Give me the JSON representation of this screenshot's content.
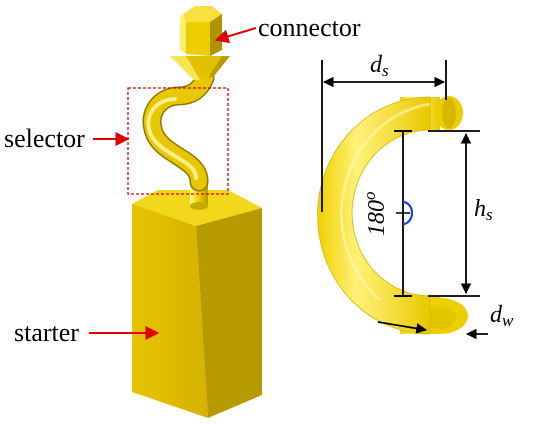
{
  "labels": {
    "connector": "connector",
    "selector": "selector",
    "starter": "starter"
  },
  "dimensions": {
    "ds": {
      "main": "d",
      "sub": "s"
    },
    "hs": {
      "main": "h",
      "sub": "s"
    },
    "dw": {
      "main": "d",
      "sub": "w"
    },
    "angle": "180",
    "angle_unit": "o"
  },
  "colors": {
    "gold_light": "#fff06a",
    "gold": "#e9c800",
    "gold_dark": "#b39400",
    "gold_shadow": "#8f7600",
    "arrow": "#e00000",
    "angle_arc": "#1f3fe0",
    "box": "#e00000"
  }
}
